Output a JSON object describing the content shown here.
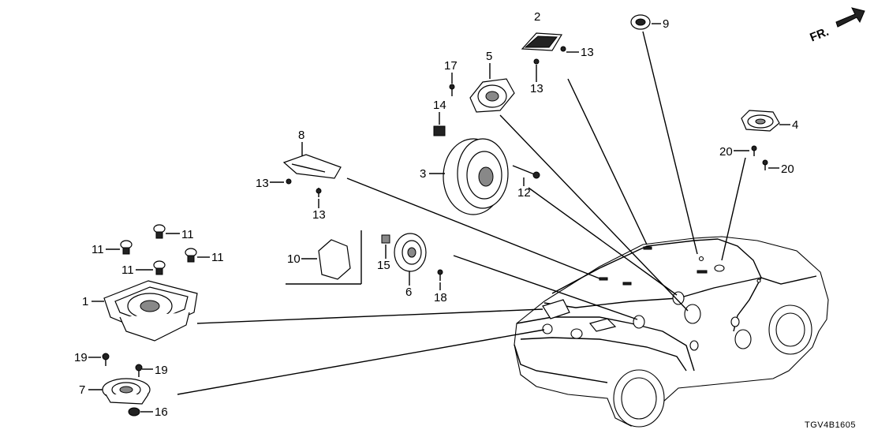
{
  "direction_label": "FR.",
  "diagram_code": "TGV4B1605",
  "part_labels": [
    {
      "id": "1",
      "text": "1"
    },
    {
      "id": "2",
      "text": "2"
    },
    {
      "id": "3",
      "text": "3"
    },
    {
      "id": "4",
      "text": "4"
    },
    {
      "id": "5",
      "text": "5"
    },
    {
      "id": "6",
      "text": "6"
    },
    {
      "id": "7",
      "text": "7"
    },
    {
      "id": "8",
      "text": "8"
    },
    {
      "id": "9",
      "text": "9"
    },
    {
      "id": "10",
      "text": "10"
    },
    {
      "id": "11",
      "text": "11"
    },
    {
      "id": "12",
      "text": "12"
    },
    {
      "id": "13",
      "text": "13"
    },
    {
      "id": "14",
      "text": "14"
    },
    {
      "id": "15",
      "text": "15"
    },
    {
      "id": "16",
      "text": "16"
    },
    {
      "id": "17",
      "text": "17"
    },
    {
      "id": "18",
      "text": "18"
    },
    {
      "id": "19",
      "text": "19"
    },
    {
      "id": "20",
      "text": "20"
    }
  ]
}
